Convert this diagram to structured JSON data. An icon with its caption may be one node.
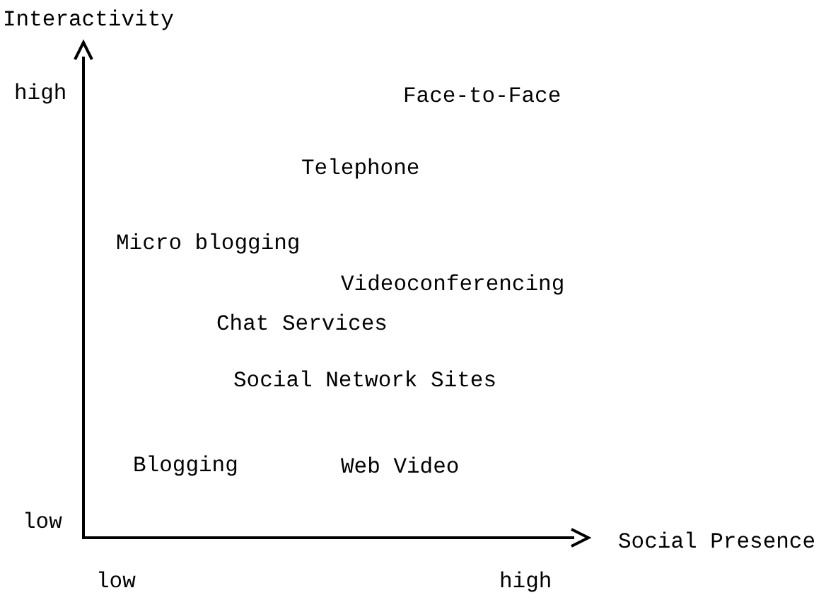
{
  "diagram": {
    "labels": [
      "Interactivity",
      "high",
      "Face-to-Face",
      "Telephone",
      "Micro blogging",
      "Videoconferencing",
      "Chat Services",
      "Social Network Sites",
      "Blogging",
      "Web Video",
      "low",
      "Social Presence",
      "low",
      "high"
    ]
  }
}
